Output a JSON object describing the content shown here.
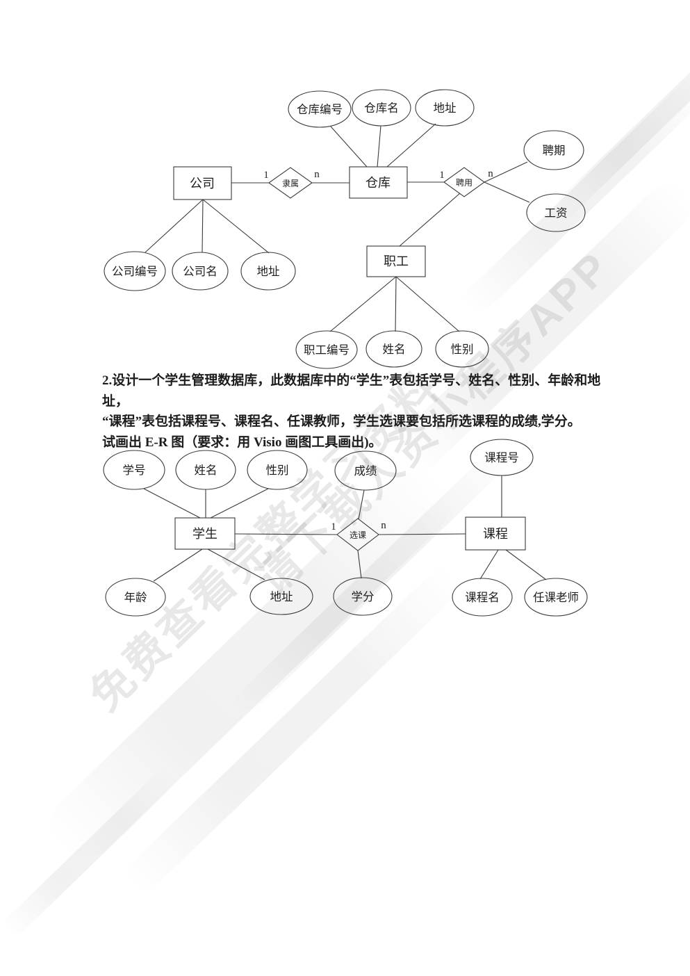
{
  "watermark": {
    "line_a": "免费查看完整学习资料",
    "line_b": "请下载人资小程序APP"
  },
  "problem": {
    "line1": "2.设计一个学生管理数据库，此数据库中的“学生”表包括学号、姓名、性别、年龄和地址，",
    "line2": "“课程”表包括课程号、课程名、任课教师，学生选课要包括所选课程的成绩,学分。",
    "line3": "试画出 E-R 图（要求：用 Visio 画图工具画出)。"
  },
  "er1": {
    "entity_company": "公司",
    "entity_warehouse": "仓库",
    "entity_employee": "职工",
    "rel_subordination": "隶属",
    "rel_employment": "聘用",
    "card_one": "1",
    "card_n": "n",
    "attr_warehouse_id": "仓库编号",
    "attr_warehouse_name": "仓库名",
    "attr_warehouse_address": "地址",
    "attr_hire_period": "聘期",
    "attr_salary": "工资",
    "attr_company_id": "公司编号",
    "attr_company_name": "公司名",
    "attr_company_address": "地址",
    "attr_employee_id": "职工编号",
    "attr_employee_name": "姓名",
    "attr_employee_gender": "性别"
  },
  "er2": {
    "entity_student": "学生",
    "entity_course": "课程",
    "rel_select_course": "选课",
    "card_one": "1",
    "card_n": "n",
    "attr_student_id": "学号",
    "attr_name": "姓名",
    "attr_gender": "性别",
    "attr_score": "成绩",
    "attr_course_id": "课程号",
    "attr_age": "年龄",
    "attr_address": "地址",
    "attr_credit": "学分",
    "attr_course_name": "课程名",
    "attr_teacher": "任课老师"
  },
  "colors": {
    "line": "#3a3a3a",
    "text": "#1e1e1e",
    "watermark": "#e2e2e2"
  }
}
